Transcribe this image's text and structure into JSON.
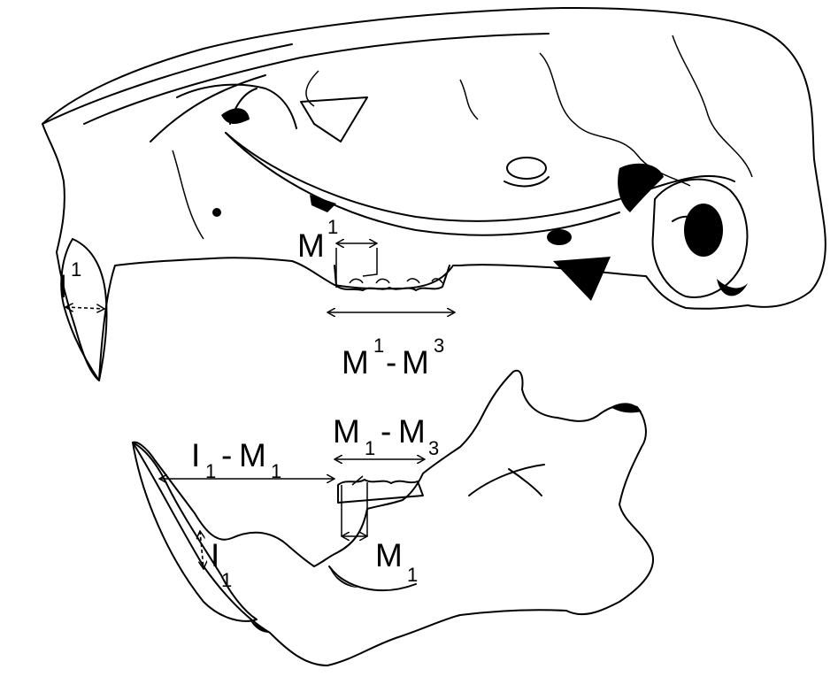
{
  "labels": {
    "upper_incisor": {
      "main": "I",
      "sup": "1"
    },
    "upper_m1": {
      "main": "M",
      "sup": "1"
    },
    "upper_row": {
      "m1": "M",
      "m1_sup": "1",
      "dash": "-",
      "m3": "M",
      "m3_sup": "3"
    },
    "lower_diastema": {
      "i": "I",
      "i_sub": "1",
      "dash": "-",
      "m": "M",
      "m_sub": "1"
    },
    "lower_row": {
      "m1": "M",
      "m1_sub": "1",
      "dash": "-",
      "m3": "M",
      "m3_sub": "3"
    },
    "lower_incisor": {
      "main": "I",
      "sub": "1"
    },
    "lower_m1": {
      "main": "M",
      "sub": "1"
    }
  }
}
